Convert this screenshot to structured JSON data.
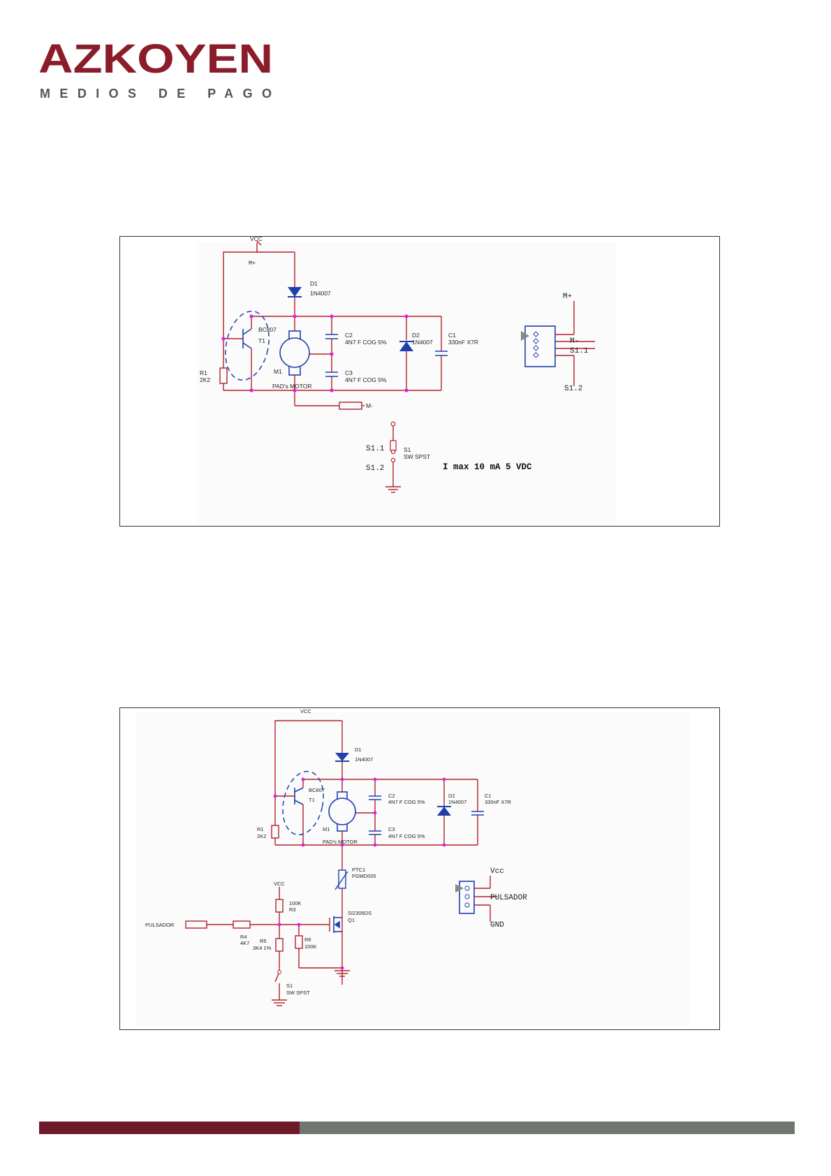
{
  "logo": {
    "brand": "AZKOYEN",
    "tagline": "MEDIOS DE PAGO",
    "brand_color": "#8b1c2a",
    "tagline_color": "#555555"
  },
  "colors": {
    "wire": "#b3202a",
    "component": "#1f3fae",
    "node": "#e21ce0",
    "label": "#222222",
    "footer_left": "#6e1a2a",
    "footer_right": "#6f7770"
  },
  "diagram1": {
    "vcc": "VCC",
    "m_plus_net": "M+",
    "d1_ref": "D1",
    "d1_value": "1N4007",
    "t1_value": "BC807",
    "t1_ref": "T1",
    "c2_ref": "C2",
    "c2_value": "4N7 F COG 5%",
    "c3_ref": "C3",
    "c3_value": "4N7 F COG 5%",
    "d2_ref": "D2",
    "d2_value": "1N4007",
    "c1_ref": "C1",
    "c1_value": "330nF X7R",
    "r1_ref": "R1",
    "r1_value": "2K2",
    "m1_ref": "M1",
    "motor_label": "PAD's MOTOR",
    "m_minus_port": "M-",
    "connector_labels": [
      "M+",
      "M-",
      "S1.1",
      "S1.2"
    ],
    "s1_1": "S1.1",
    "s1_2": "S1.2",
    "s1_ref": "S1",
    "s1_value": "SW SPST",
    "note": "I max 10 mA 5 VDC"
  },
  "diagram2": {
    "vcc_top": "VCC",
    "d1_ref": "D1",
    "d1_value": "1N4007",
    "t1_value": "BC807",
    "t1_ref": "T1",
    "c2_ref": "C2",
    "c2_value": "4N7 F COG 5%",
    "c3_ref": "C3",
    "c3_value": "4N7 F COG 5%",
    "d2_ref": "D2",
    "d2_value": "1N4007",
    "c1_ref": "C1",
    "c1_value": "330nF X7R",
    "r1_ref": "R1",
    "r1_value": "2K2",
    "m1_ref": "M1",
    "motor_label": "PAD's MOTOR",
    "ptc_ref": "PTC1",
    "ptc_value": "FGMD005",
    "vcc_bias": "VCC",
    "r3_value": "100K",
    "r3_ref": "R3",
    "q1_value": "SI2306DS",
    "q1_ref": "Q1",
    "pulsador_port": "PULSADOR",
    "r4_ref": "R4",
    "r4_value": "4K7",
    "r5_ref": "R5",
    "r5_value": "3K4 1%",
    "r6_ref": "R6",
    "r6_value": "100K",
    "s1_ref": "S1",
    "s1_value": "SW SPST",
    "connector_labels": [
      "Vcc",
      "PULSADOR",
      "GND"
    ]
  }
}
